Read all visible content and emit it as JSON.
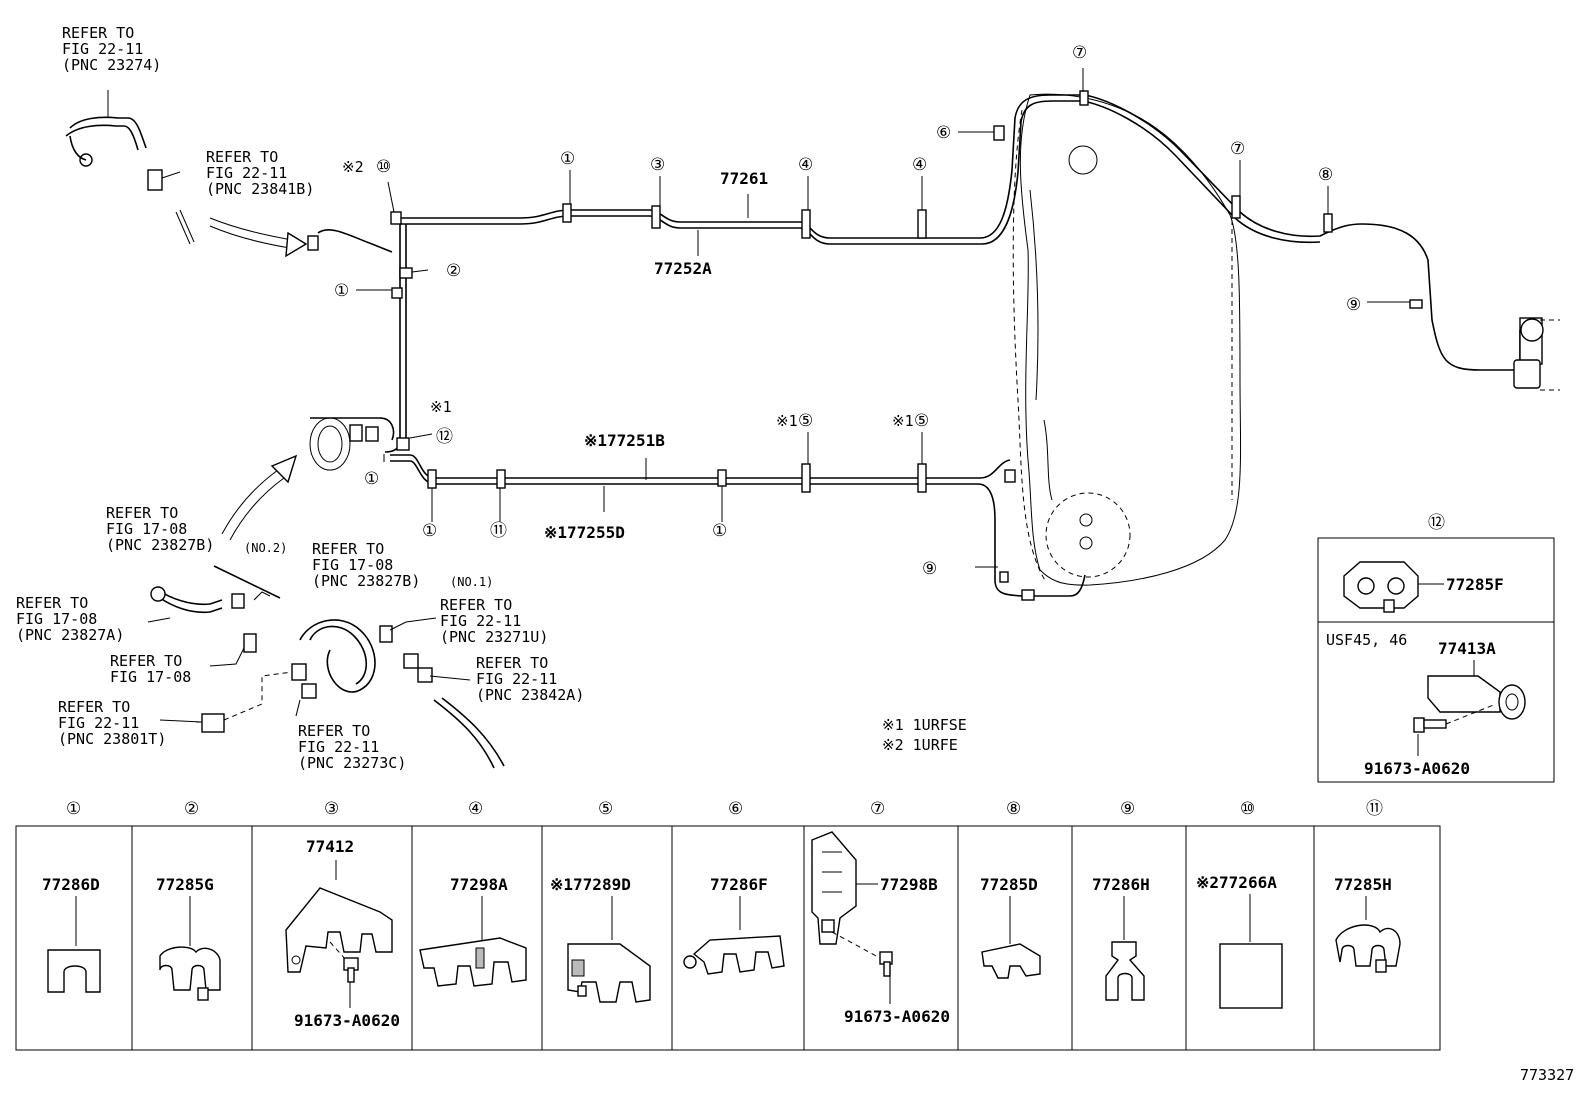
{
  "refs": {
    "r1": [
      "REFER TO",
      "FIG 22-11",
      "(PNC 23274)"
    ],
    "r2": [
      "REFER TO",
      "FIG 22-11",
      "(PNC 23841B)"
    ],
    "r3": [
      "REFER TO",
      "FIG 17-08",
      "(PNC 23827B)"
    ],
    "r3_note": "(NO.2)",
    "r4": [
      "REFER TO",
      "FIG 17-08",
      "(PNC 23827B)"
    ],
    "r4_note": "(NO.1)",
    "r5": [
      "REFER TO",
      "FIG 17-08",
      "(PNC 23827A)"
    ],
    "r6": [
      "REFER TO",
      "FIG 22-11",
      "(PNC 23271U)"
    ],
    "r7": [
      "REFER TO",
      "FIG 17-08"
    ],
    "r8": [
      "REFER TO",
      "FIG 22-11",
      "(PNC 23842A)"
    ],
    "r9": [
      "REFER TO",
      "FIG 22-11",
      "(PNC 23801T)"
    ],
    "r10": [
      "REFER TO",
      "FIG 22-11",
      "(PNC 23273C)"
    ]
  },
  "parts": {
    "p77261": "77261",
    "p77252A": "77252A",
    "p77251B": "※177251B",
    "p77255D": "※177255D",
    "note_s1": "※1",
    "note_s2": "※2"
  },
  "callouts": [
    "①",
    "②",
    "③",
    "④",
    "⑤",
    "⑥",
    "⑦",
    "⑧",
    "⑨",
    "⑩",
    "⑪",
    "⑫"
  ],
  "legend": [
    "※1 1URFSE",
    "※2 1URFE"
  ],
  "box12": {
    "num": "⑫",
    "part_a": "77285F",
    "variant": "USF45, 46",
    "part_b": "77413A",
    "bolt": "91673-A0620"
  },
  "table": [
    {
      "num": "①",
      "part": "77286D"
    },
    {
      "num": "②",
      "part": "77285G"
    },
    {
      "num": "③",
      "part": "77412",
      "bolt": "91673-A0620"
    },
    {
      "num": "④",
      "part": "77298A"
    },
    {
      "num": "⑤",
      "part": "※177289D"
    },
    {
      "num": "⑥",
      "part": "77286F"
    },
    {
      "num": "⑦",
      "part": "77298B",
      "bolt": "91673-A0620"
    },
    {
      "num": "⑧",
      "part": "77285D"
    },
    {
      "num": "⑨",
      "part": "77286H"
    },
    {
      "num": "⑩",
      "part": "※277266A"
    },
    {
      "num": "⑪",
      "part": "77285H"
    }
  ],
  "figure_id": "773327"
}
